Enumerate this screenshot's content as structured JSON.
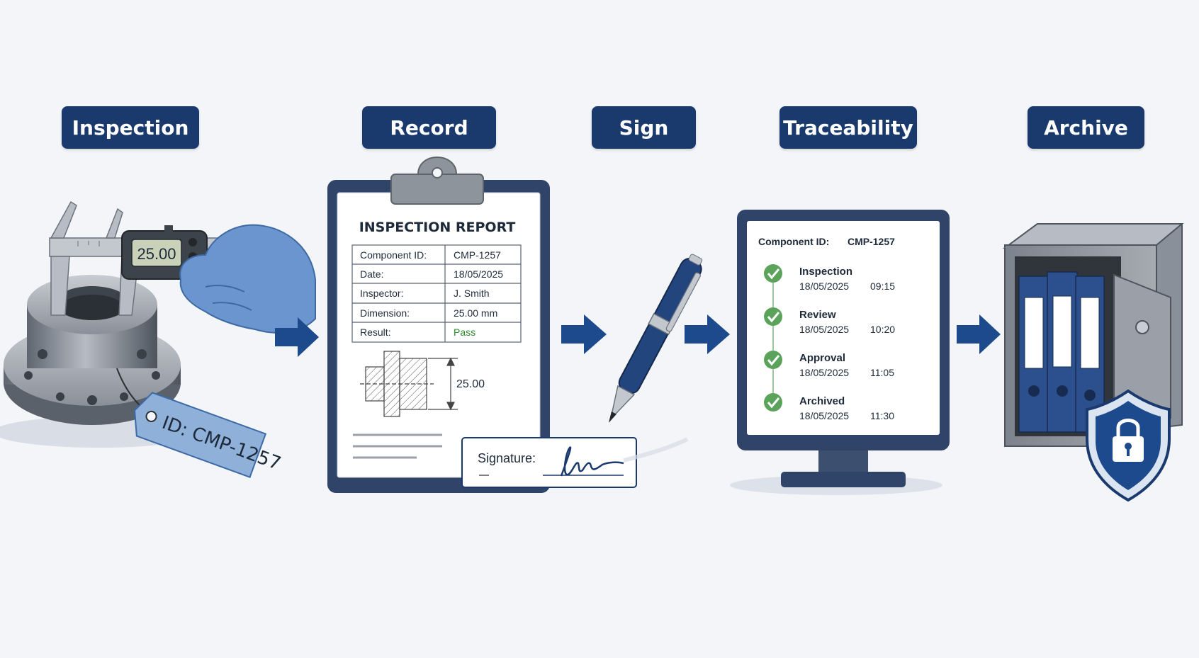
{
  "colors": {
    "navy": "#1a3a6e",
    "arrow": "#1d4a8c",
    "check": "#5ba35b",
    "pass": "#2e8b2e",
    "background": "#f3f5f9"
  },
  "steps": [
    {
      "label": "Inspection"
    },
    {
      "label": "Record"
    },
    {
      "label": "Sign"
    },
    {
      "label": "Traceability"
    },
    {
      "label": "Archive"
    }
  ],
  "inspection": {
    "caliper_reading": "25.00",
    "tag_text": "ID: CMP-1257"
  },
  "report": {
    "title": "INSPECTION REPORT",
    "rows": [
      {
        "field": "Component ID:",
        "value": "CMP-1257"
      },
      {
        "field": "Date:",
        "value": "18/05/2025"
      },
      {
        "field": "Inspector:",
        "value": "J. Smith"
      },
      {
        "field": "Dimension:",
        "value": "25.00 mm"
      },
      {
        "field": "Result:",
        "value": "Pass"
      }
    ],
    "drawing_dimension": "25.00",
    "signature_label": "Signature:"
  },
  "trace": {
    "id_label": "Component ID:",
    "id_value": "CMP-1257",
    "events": [
      {
        "name": "Inspection",
        "date": "18/05/2025",
        "time": "09:15"
      },
      {
        "name": "Review",
        "date": "18/05/2025",
        "time": "10:20"
      },
      {
        "name": "Approval",
        "date": "18/05/2025",
        "time": "11:05"
      },
      {
        "name": "Archived",
        "date": "18/05/2025",
        "time": "11:30"
      }
    ]
  }
}
